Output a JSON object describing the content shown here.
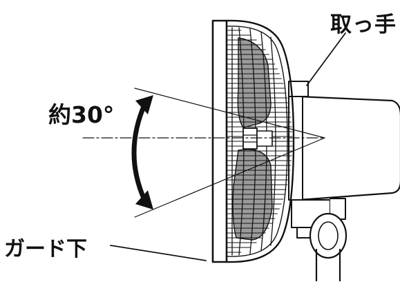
{
  "labels": {
    "handle": "取っ手",
    "angle": "約30°",
    "guard_lower": "ガード下"
  },
  "colors": {
    "ink": "#111111",
    "blade": "#9a9a9a",
    "background": "#ffffff"
  },
  "icons": {
    "angle_arrow": "double-headed-curved-arrow-icon"
  }
}
